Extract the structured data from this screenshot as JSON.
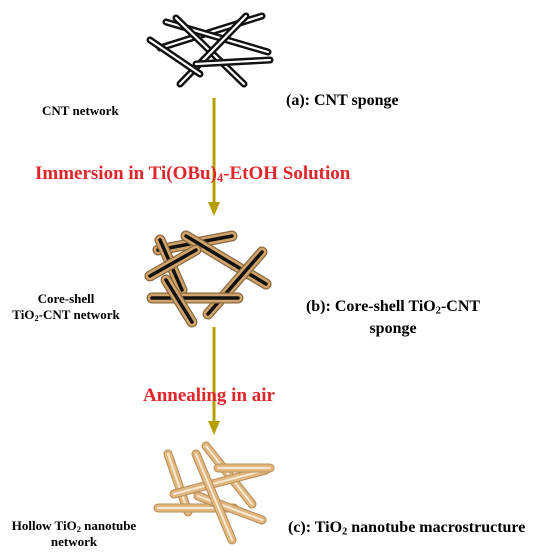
{
  "stages": [
    {
      "left_label": "CNT network",
      "right_label": "(a): CNT sponge"
    },
    {
      "left_label_line1": "Core-shell",
      "left_label_line2_pre": "TiO",
      "left_label_line2_sub": "2",
      "left_label_line2_post": "-CNT network",
      "right_label_line1_pre": "(b): Core-shell TiO",
      "right_label_line1_sub": "2",
      "right_label_line1_post": "-CNT",
      "right_label_line2": "sponge"
    },
    {
      "left_label_line1_pre": "Hollow TiO",
      "left_label_line1_sub": "2",
      "left_label_line1_post": " nanotube",
      "left_label_line2": "network",
      "right_label_pre": "(c): TiO",
      "right_label_sub": "2",
      "right_label_post": " nanotube macrostructure"
    }
  ],
  "steps": [
    {
      "pre": "Immersion in Ti(OBu)",
      "sub": "4",
      "post": "-EtOH Solution"
    },
    {
      "label": "Annealing in air"
    }
  ],
  "colors": {
    "step_text": "#e0262a",
    "arrow": "#b5a000",
    "cnt": "#111111",
    "shell": "#d2a46a",
    "tube": "#e1b77f"
  }
}
